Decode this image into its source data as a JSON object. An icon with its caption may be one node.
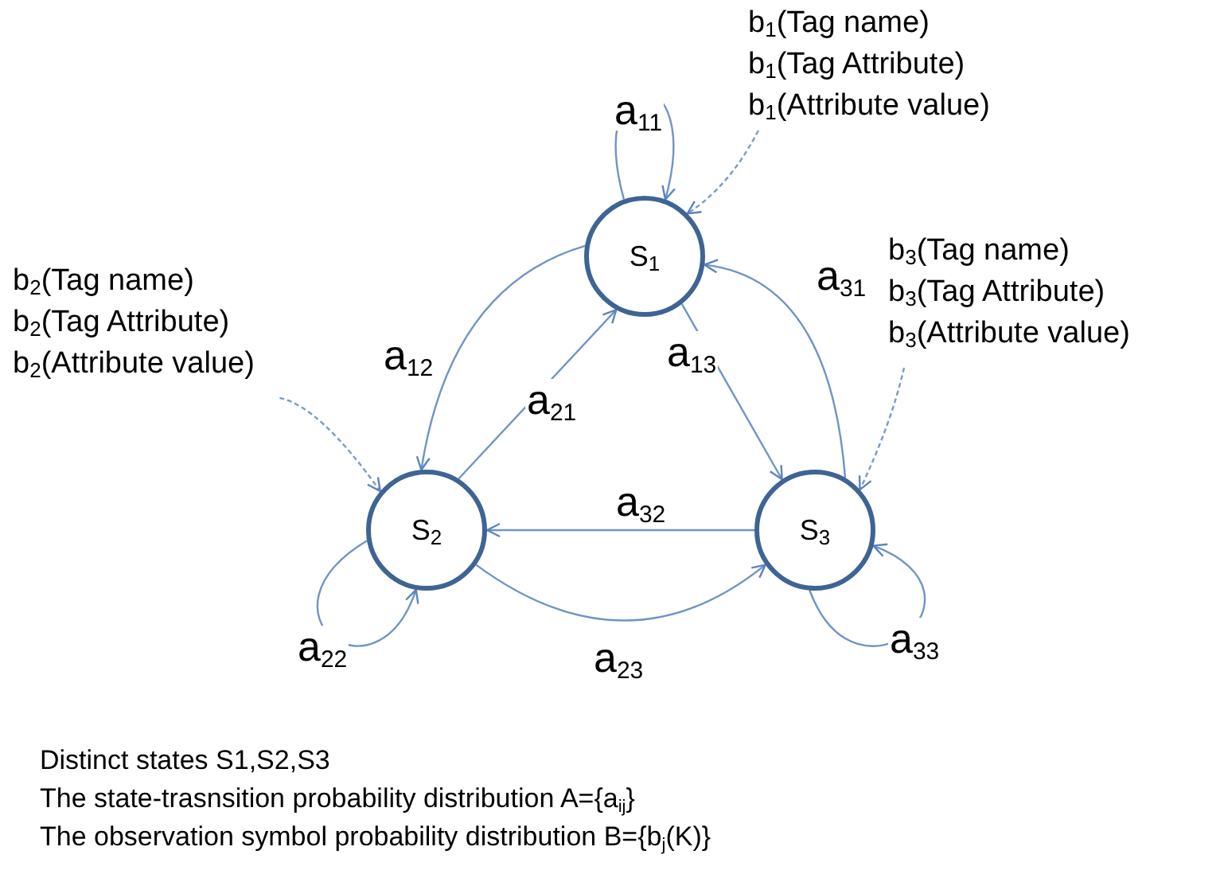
{
  "diagram": {
    "nodes": [
      {
        "text": [
          "S$_{1}$"
        ]
      },
      {
        "text": [
          "S$_{2}$"
        ]
      },
      {
        "text": [
          "S$_{3}$"
        ]
      },
      {
        "text": [
          "b$_{1}$(Tag name)",
          "b$_{1}$(Tag Attribute)",
          "b$_{1}$(Attribute value)"
        ]
      },
      {
        "text": [
          "b$_{2}$(Tag name)",
          "b$_{2}$(Tag Attribute)",
          "b$_{2}$(Attribute value)"
        ]
      },
      {
        "text": [
          "b$_{3}$(Tag name)",
          "b$_{3}$(Tag Attribute)",
          "b$_{3}$(Attribute value)"
        ]
      }
    ],
    "edges": [
      {
        "from": 0,
        "to": 0,
        "arrow": "to",
        "label": "a$_{11}$"
      },
      {
        "from": 0,
        "to": 1,
        "arrow": "to",
        "label": "a$_{12}$"
      },
      {
        "from": 1,
        "to": 0,
        "arrow": "to",
        "label": "a$_{21}$"
      },
      {
        "from": 0,
        "to": 2,
        "arrow": "to",
        "label": "a$_{13}$"
      },
      {
        "from": 2,
        "to": 0,
        "arrow": "to",
        "label": "a$_{31}$"
      },
      {
        "from": 2,
        "to": 1,
        "arrow": "to",
        "label": "a$_{32}$"
      },
      {
        "from": 1,
        "to": 2,
        "arrow": "to",
        "label": "a$_{23}$"
      },
      {
        "from": 1,
        "to": 1,
        "arrow": "to",
        "label": "a$_{22}$"
      },
      {
        "from": 2,
        "to": 2,
        "arrow": "to",
        "label": "a$_{33}$"
      },
      {
        "from": 3,
        "to": 0,
        "arrow": "to",
        "style": "dashed"
      },
      {
        "from": 4,
        "to": 1,
        "arrow": "to",
        "style": "dashed"
      },
      {
        "from": 5,
        "to": 2,
        "arrow": "to",
        "style": "dashed"
      }
    ],
    "labels": [
      "Distinct states S1,S2,S3",
      "The state-trasnsition probability distribution A={a$_{ij}$}",
      "The observation symbol probability distribution B={b$_{j}$(K)}"
    ]
  }
}
